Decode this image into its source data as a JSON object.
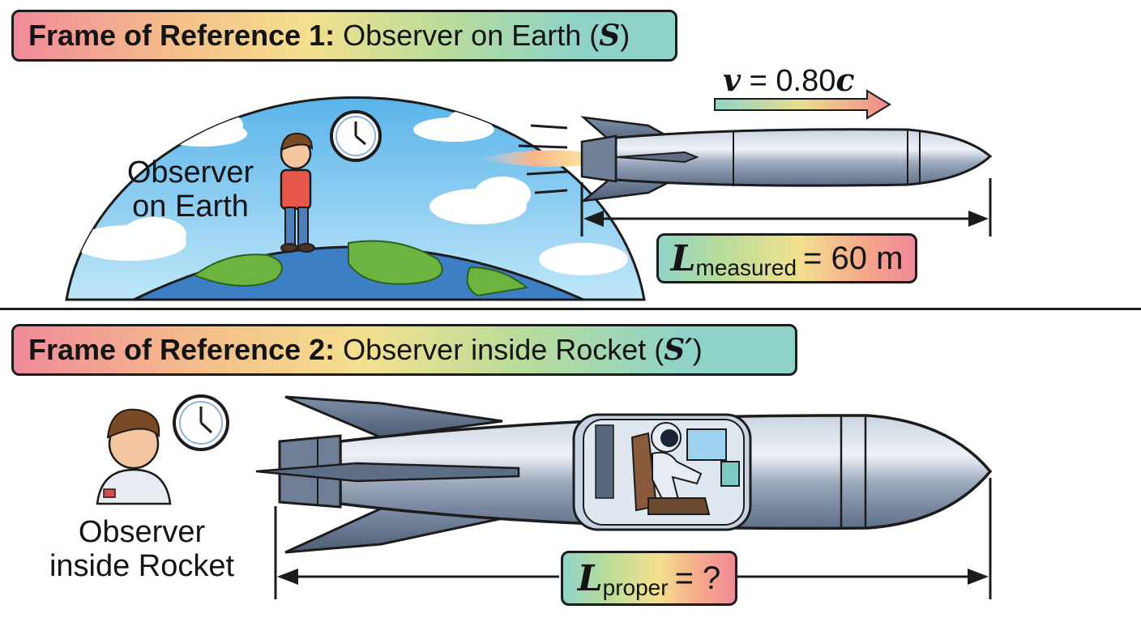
{
  "frame1": {
    "title_prefix": "Frame of Reference 1:",
    "title_main": "Observer on Earth (",
    "title_symbol": "S",
    "title_close": ")"
  },
  "frame2": {
    "title_prefix": "Frame of Reference 2:",
    "title_main": "Observer inside Rocket (",
    "title_symbol": "S′",
    "title_close": ")"
  },
  "earth_observer": {
    "line1": "Observer",
    "line2": "on Earth"
  },
  "rocket_observer": {
    "line1": "Observer",
    "line2": "inside Rocket"
  },
  "velocity": {
    "symbol": "v",
    "value": "= 0.80",
    "unit": "c"
  },
  "measured": {
    "symbol": "L",
    "subscript": "measured",
    "value": "= 60 m"
  },
  "proper": {
    "symbol": "L",
    "subscript": "proper",
    "value": "= ?"
  },
  "colors": {
    "border": "#1c1c1c",
    "sky": "#6ec3ec",
    "ocean": "#3d7fc4",
    "land": "#6db33f",
    "rocket": "#8e9db2",
    "arrow_end": "#f28a8a"
  },
  "icons": [
    "clock-icon",
    "rocket-icon",
    "earth-icon",
    "astronaut-icon",
    "person-icon"
  ]
}
